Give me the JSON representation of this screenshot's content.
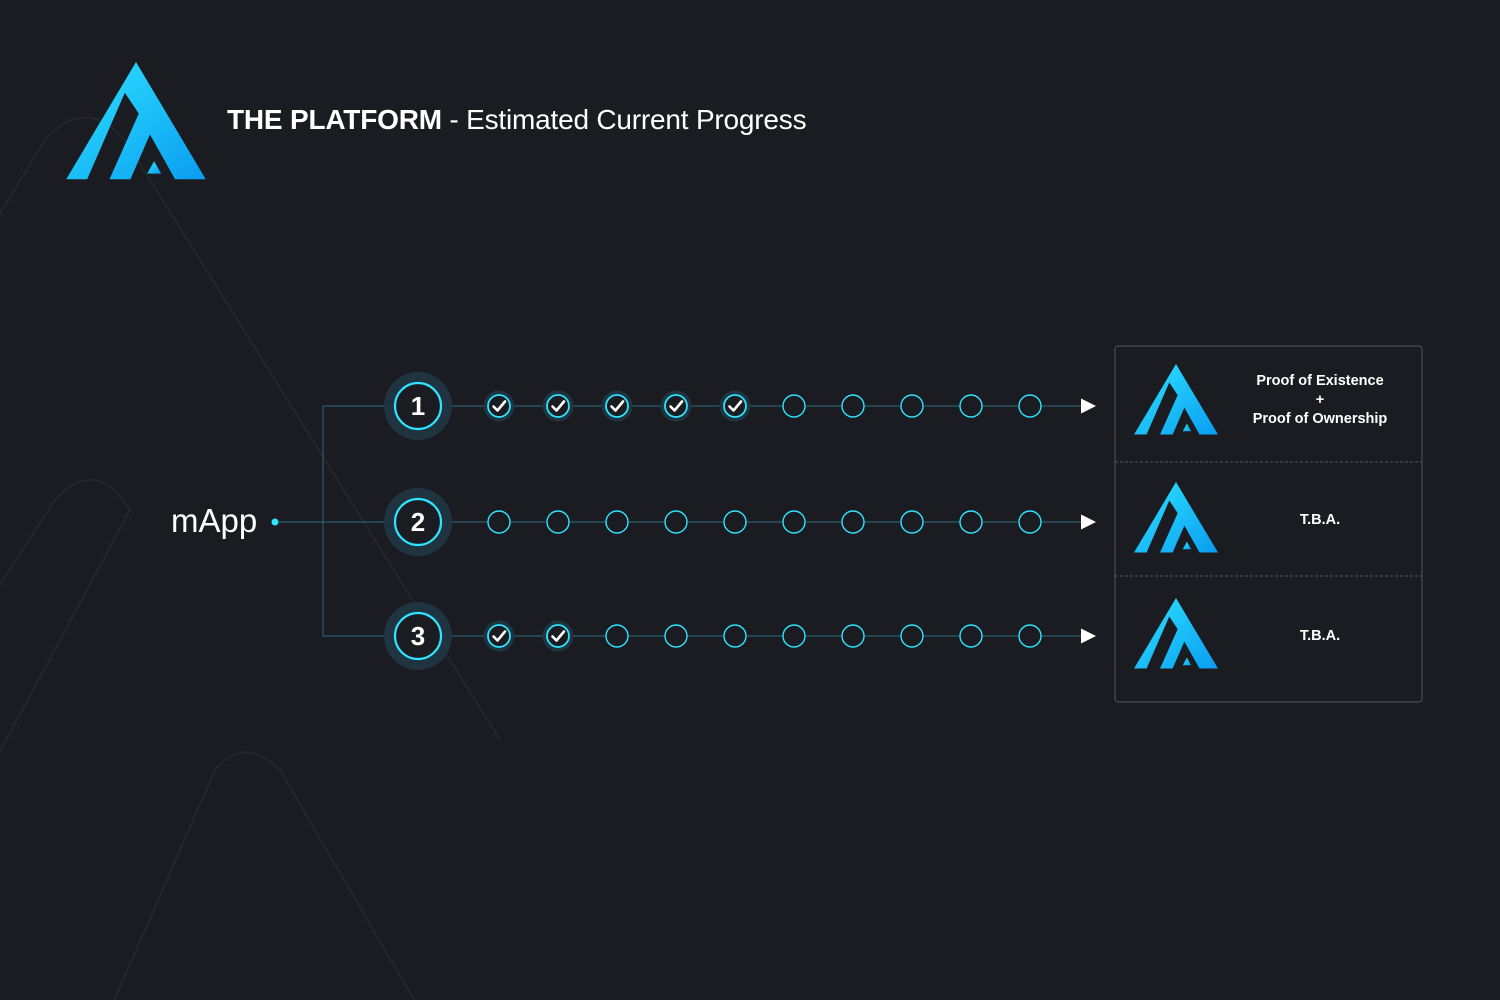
{
  "header": {
    "title_strong": "THE PLATFORM",
    "title_rest": " - Estimated Current Progress"
  },
  "diagram": {
    "root_label": "mApp",
    "tracks": [
      {
        "number": "1",
        "steps_total": 10,
        "steps_done": 5,
        "result_lines": [
          "Proof of Existence",
          "+",
          "Proof of Ownership"
        ]
      },
      {
        "number": "2",
        "steps_total": 10,
        "steps_done": 0,
        "result_lines": [
          "T.B.A."
        ]
      },
      {
        "number": "3",
        "steps_total": 10,
        "steps_done": 2,
        "result_lines": [
          "T.B.A."
        ]
      }
    ]
  },
  "icons": {
    "brand": "brand-a-logo-icon",
    "check": "check-icon",
    "arrow": "arrow-right-icon"
  },
  "colors": {
    "background": "#1b1c21",
    "accent_light": "#2ee4ff",
    "accent_dark": "#0a9cf2",
    "line": "#2a5d6e",
    "card_border": "#4a4b52"
  }
}
